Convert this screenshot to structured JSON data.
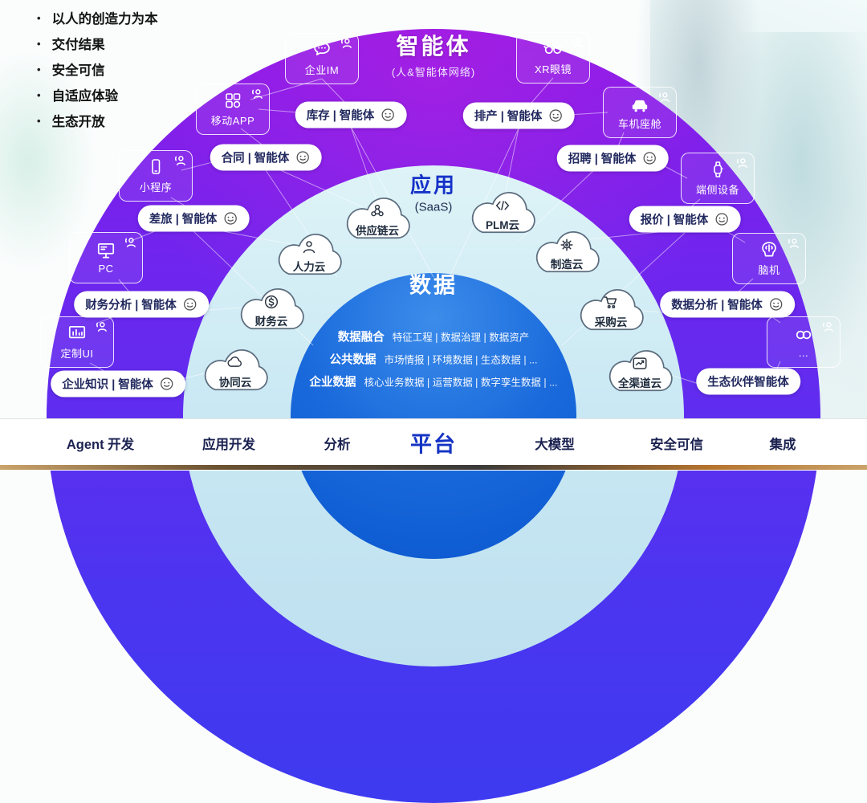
{
  "principles": {
    "items": [
      "以人的创造力为本",
      "交付结果",
      "安全可信",
      "自适应体验",
      "生态开放"
    ]
  },
  "agent_layer": {
    "title": "智能体",
    "subtitle": "(人&智能体网络)"
  },
  "app_layer": {
    "title": "应用",
    "subtitle": "(SaaS)"
  },
  "data_layer": {
    "title": "数据",
    "rows": [
      {
        "label": "数据融合",
        "items": "特征工程 | 数据治理 | 数据资产"
      },
      {
        "label": "公共数据",
        "items": "市场情报 | 环境数据 | 生态数据 | ..."
      },
      {
        "label": "企业数据",
        "items": "核心业务数据 | 运营数据 | 数字孪生数据 | ..."
      }
    ]
  },
  "devices": [
    {
      "label": "企业IM",
      "icon": "chat-icon"
    },
    {
      "label": "XR眼镜",
      "icon": "glasses-icon"
    },
    {
      "label": "移动APP",
      "icon": "app-grid-icon"
    },
    {
      "label": "车机座舱",
      "icon": "car-icon"
    },
    {
      "label": "小程序",
      "icon": "phone-icon"
    },
    {
      "label": "端侧设备",
      "icon": "watch-icon"
    },
    {
      "label": "PC",
      "icon": "monitor-icon"
    },
    {
      "label": "脑机",
      "icon": "brain-icon"
    },
    {
      "label": "定制UI",
      "icon": "dashboard-icon"
    },
    {
      "label": "...",
      "icon": "infinity-icon"
    }
  ],
  "agents": [
    {
      "label": "库存 | 智能体"
    },
    {
      "label": "排产 | 智能体"
    },
    {
      "label": "合同 | 智能体"
    },
    {
      "label": "招聘 | 智能体"
    },
    {
      "label": "差旅 | 智能体"
    },
    {
      "label": "报价 | 智能体"
    },
    {
      "label": "财务分析 | 智能体"
    },
    {
      "label": "数据分析 | 智能体"
    },
    {
      "label": "企业知识 | 智能体"
    },
    {
      "label": "生态伙伴智能体"
    }
  ],
  "clouds": [
    {
      "label": "供应链云",
      "icon": "link-nodes-icon"
    },
    {
      "label": "PLM云",
      "icon": "code-icon"
    },
    {
      "label": "人力云",
      "icon": "person-icon"
    },
    {
      "label": "制造云",
      "icon": "gear-icon"
    },
    {
      "label": "财务云",
      "icon": "dollar-icon"
    },
    {
      "label": "采购云",
      "icon": "cart-icon"
    },
    {
      "label": "协同云",
      "icon": "cloud-icon"
    },
    {
      "label": "全渠道云",
      "icon": "trend-icon"
    }
  ],
  "platform": {
    "left": [
      "Agent 开发",
      "应用开发",
      "分析"
    ],
    "title": "平台",
    "right": [
      "大模型",
      "安全可信",
      "集成"
    ]
  },
  "colors": {
    "outer_ring_top": "#8a1ae9",
    "outer_ring_bottom": "#3d3af0",
    "app_ring": "#c7e7f3",
    "data_circle": "#0d5ed4",
    "app_title": "#1632c8",
    "platform_title": "#1433c4",
    "platform_text": "#1a2150"
  }
}
